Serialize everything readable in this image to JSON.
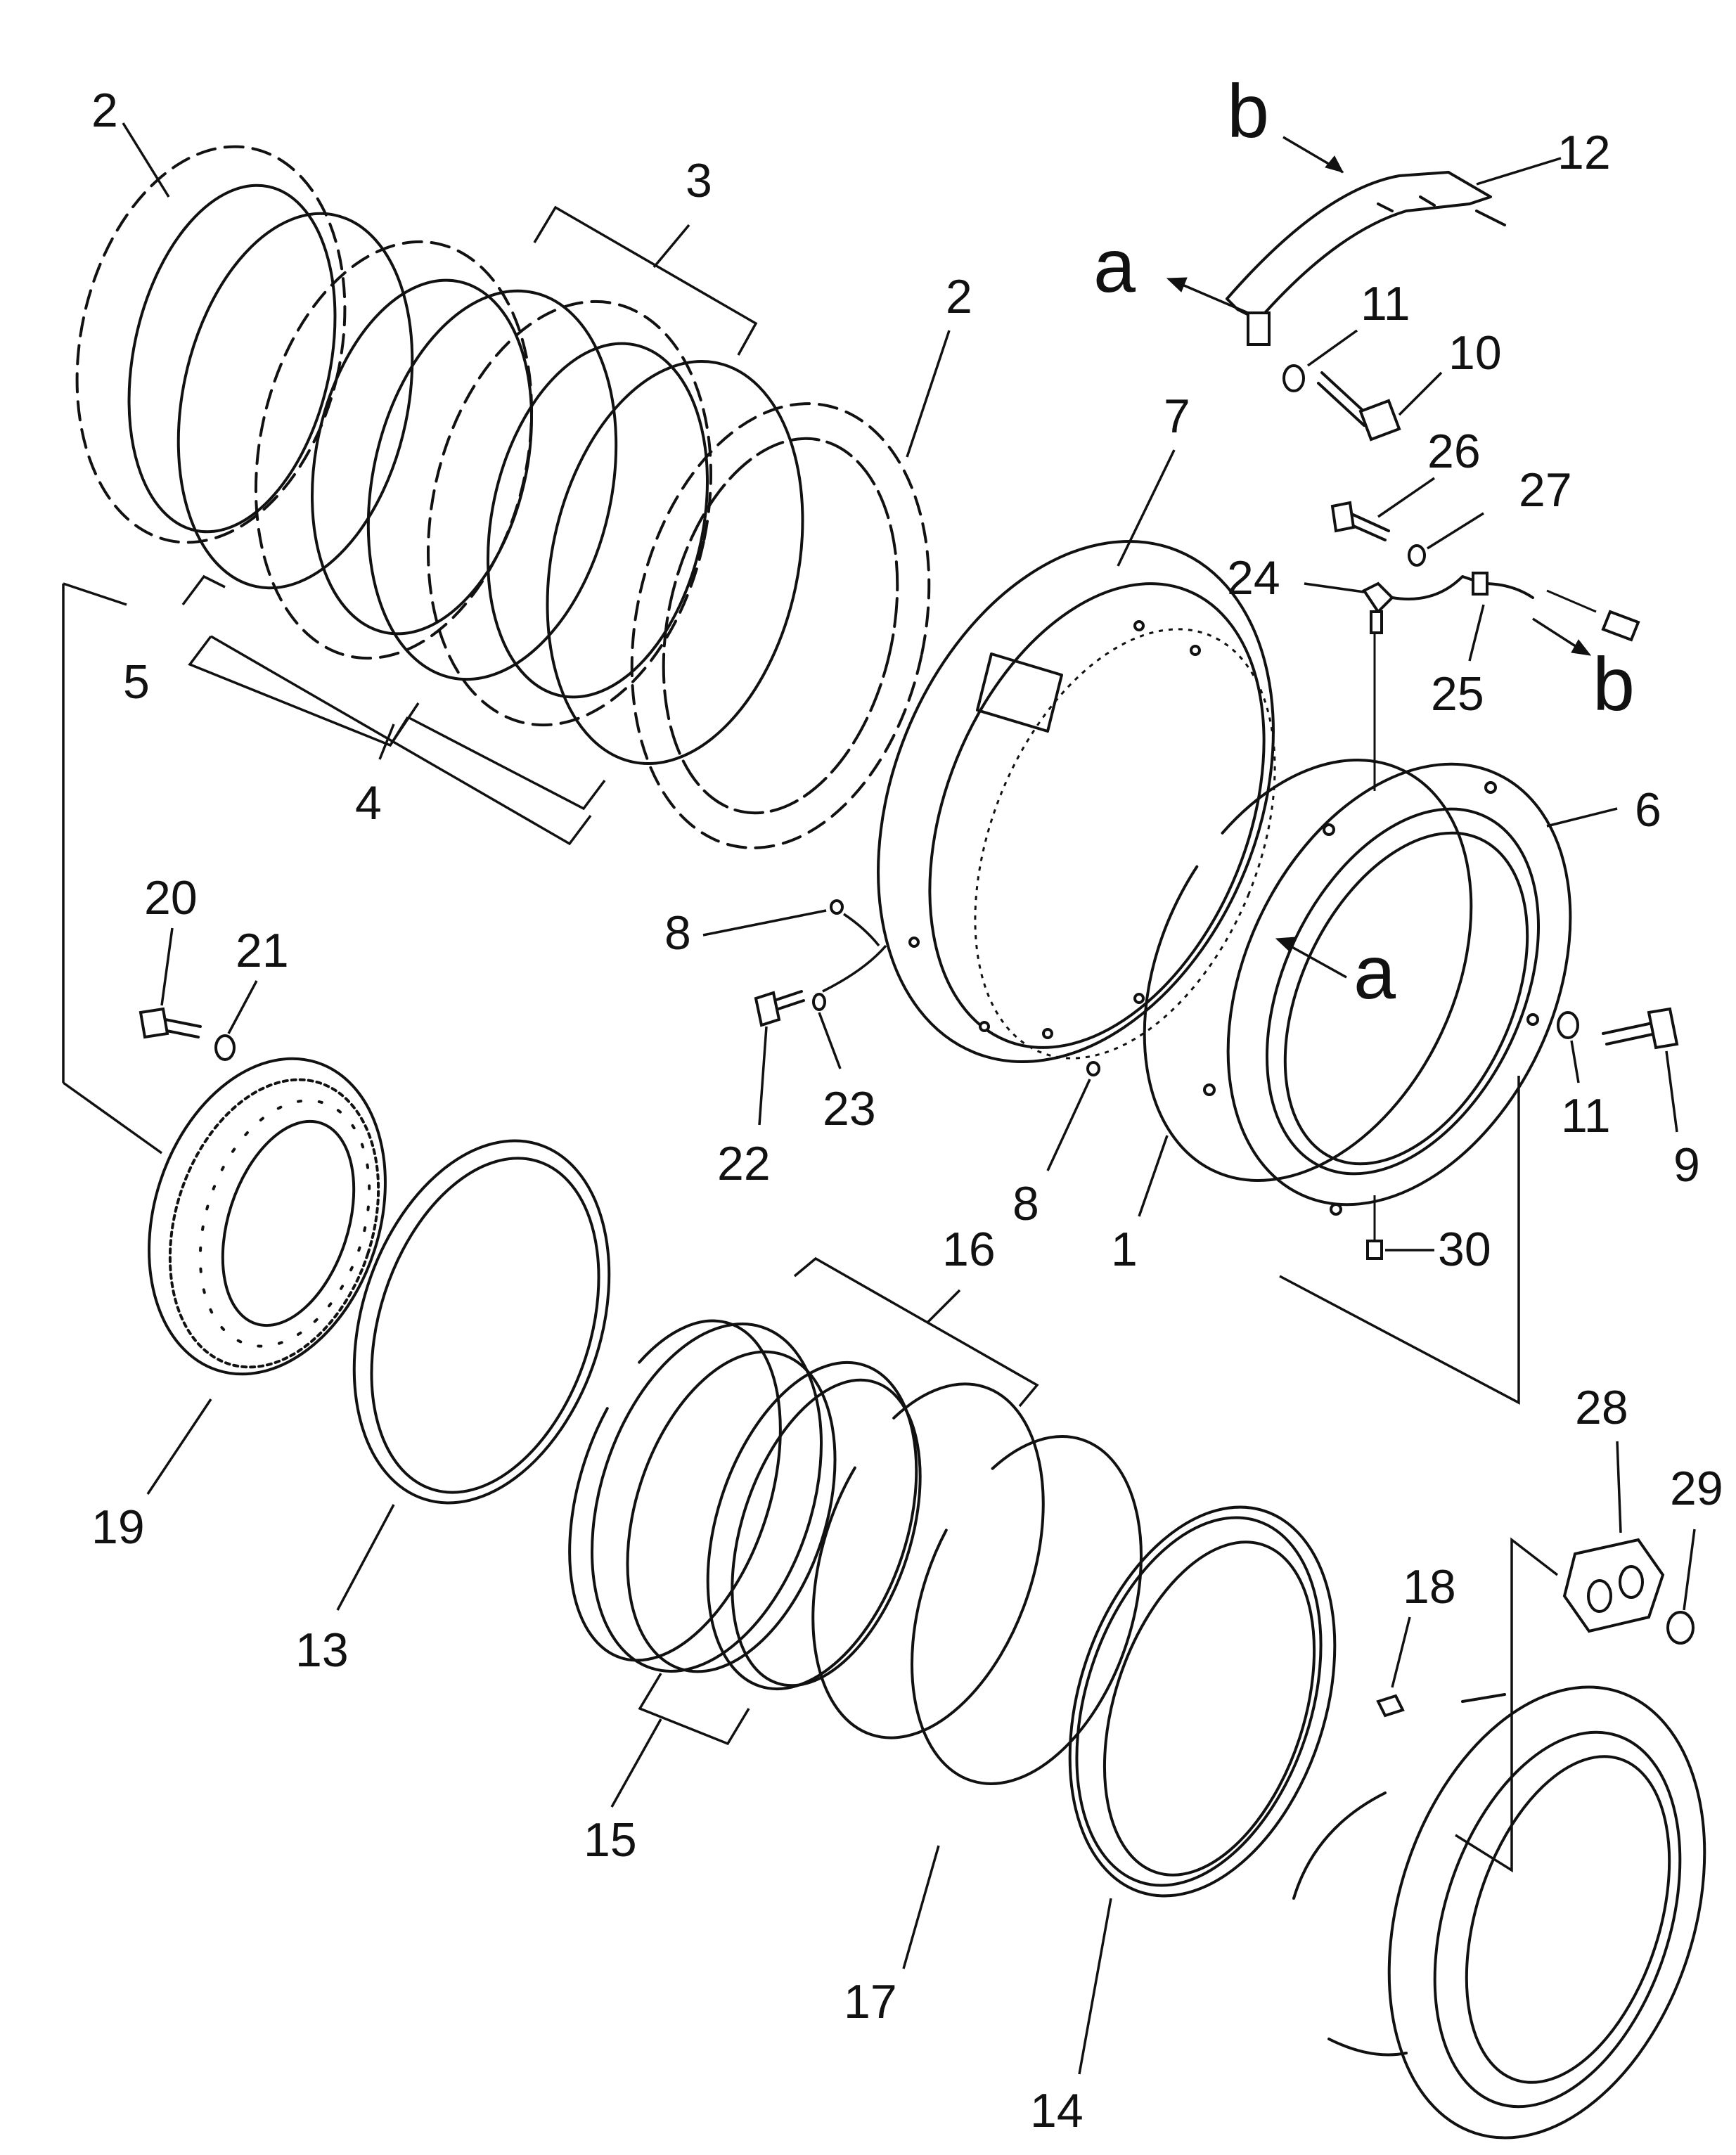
{
  "diagram": {
    "callouts": [
      {
        "id": "c2a",
        "text": "2"
      },
      {
        "id": "c3",
        "text": "3"
      },
      {
        "id": "c2b",
        "text": "2"
      },
      {
        "id": "c5",
        "text": "5"
      },
      {
        "id": "c4",
        "text": "4"
      },
      {
        "id": "c7",
        "text": "7"
      },
      {
        "id": "c12",
        "text": "12"
      },
      {
        "id": "c11a",
        "text": "11"
      },
      {
        "id": "c10",
        "text": "10"
      },
      {
        "id": "c26",
        "text": "26"
      },
      {
        "id": "c27",
        "text": "27"
      },
      {
        "id": "c24",
        "text": "24"
      },
      {
        "id": "c25",
        "text": "25"
      },
      {
        "id": "c6",
        "text": "6"
      },
      {
        "id": "c8a",
        "text": "8"
      },
      {
        "id": "c22",
        "text": "22"
      },
      {
        "id": "c23",
        "text": "23"
      },
      {
        "id": "c8b",
        "text": "8"
      },
      {
        "id": "c1",
        "text": "1"
      },
      {
        "id": "c11b",
        "text": "11"
      },
      {
        "id": "c9",
        "text": "9"
      },
      {
        "id": "c30",
        "text": "30"
      },
      {
        "id": "c20",
        "text": "20"
      },
      {
        "id": "c21",
        "text": "21"
      },
      {
        "id": "c16",
        "text": "16"
      },
      {
        "id": "c19",
        "text": "19"
      },
      {
        "id": "c13",
        "text": "13"
      },
      {
        "id": "c15",
        "text": "15"
      },
      {
        "id": "c17",
        "text": "17"
      },
      {
        "id": "c14",
        "text": "14"
      },
      {
        "id": "c18",
        "text": "18"
      },
      {
        "id": "c28",
        "text": "28"
      },
      {
        "id": "c29",
        "text": "29"
      }
    ],
    "reference_letters": [
      {
        "id": "b-top",
        "text": "b"
      },
      {
        "id": "a-top",
        "text": "a"
      },
      {
        "id": "b-right",
        "text": "b"
      },
      {
        "id": "a-mid",
        "text": "a"
      }
    ]
  }
}
